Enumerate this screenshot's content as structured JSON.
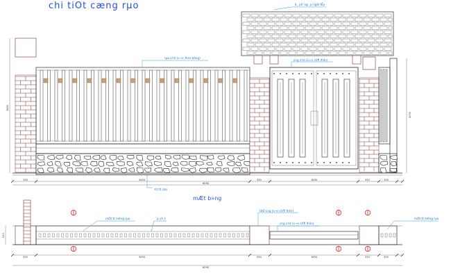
{
  "titles": {
    "elevation": "chi tiOt cæng rµo",
    "plan": "mÆt b»ng"
  },
  "annotations": {
    "stone_panel": "ã¸ ph¨ng ¸p ngãi tÊy",
    "fence_rail": "rµo s¾t (s¬n ®en bãng)",
    "gate_leaf": "c­ng s¾t (s¬n ch¶ ®én)",
    "ground_level": "©t tt sân",
    "plan_gate_rail": "thÐ c­ng (s¬n ch¶ ®én)",
    "plan_gate_leaf": "c­ng s¾t (s¬n ch¶ ®én)",
    "plan_wall_left": "mÓt tt m­êng rµo",
    "plan_wall_right": "mÓt tt m­êng rµo",
    "plan_rail": "¨p ch¸t"
  },
  "dimensions": {
    "elev_left_post": "330",
    "elev_fence_span": "3450",
    "elev_gate_post": "330",
    "elev_gate": "1800",
    "elev_right_post": "330",
    "elev_right_seg": "330",
    "elev_total": "6090",
    "elev_height": "1800",
    "elev_height_right": "3070",
    "plan_left_post": "330",
    "plan_fence_span": "3450",
    "plan_gate_post": "330",
    "plan_gate": "1800",
    "plan_right_post": "330",
    "plan_right_seg": "330",
    "plan_total": "6090",
    "plan_depth": "220"
  }
}
